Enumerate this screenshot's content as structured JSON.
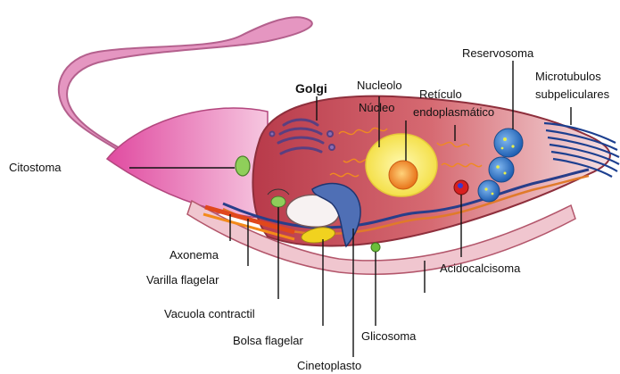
{
  "labels": {
    "citostoma": "Citostoma",
    "golgi": "Golgi",
    "nucleolo": "Nucleolo",
    "nucleo": "Núcleo",
    "reticulo_line1": "Retículo",
    "reticulo_line2": "endoplasmático",
    "reservosoma": "Reservosoma",
    "microtubulos_line1": "Microtubulos",
    "microtubulos_line2": "subpeliculares",
    "axonema": "Axonema",
    "varilla_flagelar": "Varilla flagelar",
    "vacuola_contractil": "Vacuola contractil",
    "bolsa_flagelar": "Bolsa flagelar",
    "cinetoplasto": "Cinetoplasto",
    "glicosoma": "Glicosoma",
    "acidocalcisoma": "Acidocalcisoma"
  },
  "colors": {
    "flagellum": "#e089b8",
    "body": "#c9545f",
    "body_light": "#f6d9dc",
    "nucleus": "#fff06a",
    "nucleolus": "#f08a1f",
    "reservosome": "#2f77c7",
    "microtubules": "#1c3f8f",
    "glycosome": "#6bbf3a",
    "acidocalcisome": "#d92020",
    "kinetoplast": "#3a5fa8",
    "golgi": "#6a4f8f",
    "er": "#f08a1f"
  }
}
